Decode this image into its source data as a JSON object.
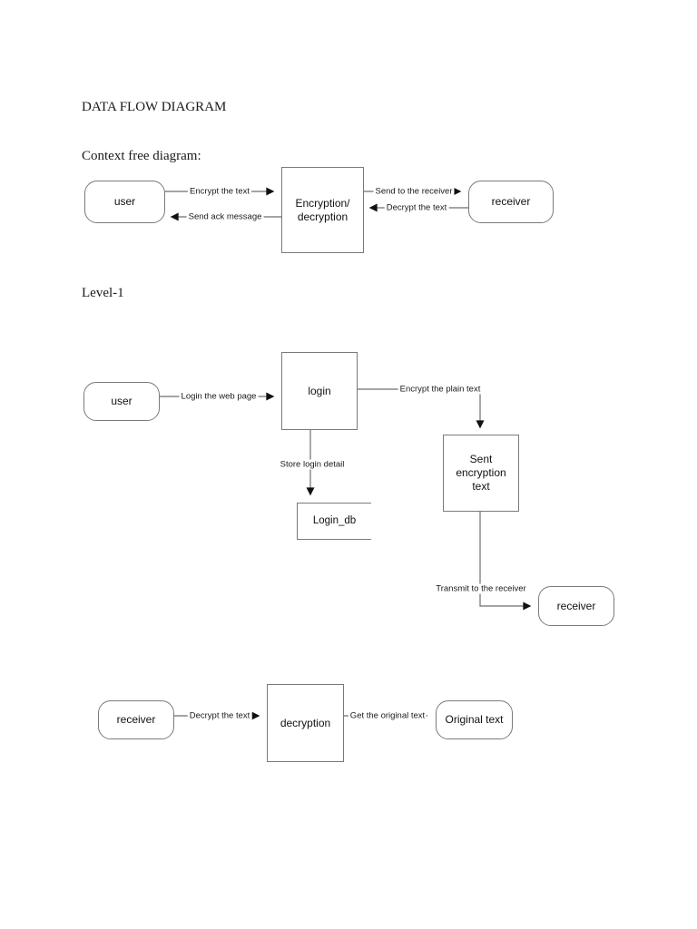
{
  "page": {
    "title": "DATA FLOW DIAGRAM",
    "section1_heading": "Context free diagram:",
    "section2_heading": "Level-1"
  },
  "colors": {
    "background": "#ffffff",
    "box_border": "#7a7a7a",
    "arrow_head": "#111111",
    "text": "#1a1a1a"
  },
  "context_diagram": {
    "user_node": "user",
    "process_node": "Encryption/\ndecryption",
    "receiver_node": "receiver",
    "edge_encrypt": "Encrypt the text",
    "edge_ack": "Send ack message",
    "edge_send": "Send to the receiver",
    "edge_decrypt": "Decrypt the text"
  },
  "level1_diagram": {
    "user_node": "user",
    "login_node": "login",
    "sent_node": "Sent\nencryption\ntext",
    "login_db_store": "Login_db",
    "receiver_node": "receiver",
    "edge_login": "Login the web page",
    "edge_encrypt_plain": "Encrypt the plain text",
    "edge_store": "Store login detail",
    "edge_transmit": "Transmit to the receiver"
  },
  "decryption_diagram": {
    "receiver_node": "receiver",
    "decryption_node": "decryption",
    "original_node": "Original text",
    "edge_decrypt": "Decrypt the text",
    "edge_get_original": "Get the original text"
  }
}
